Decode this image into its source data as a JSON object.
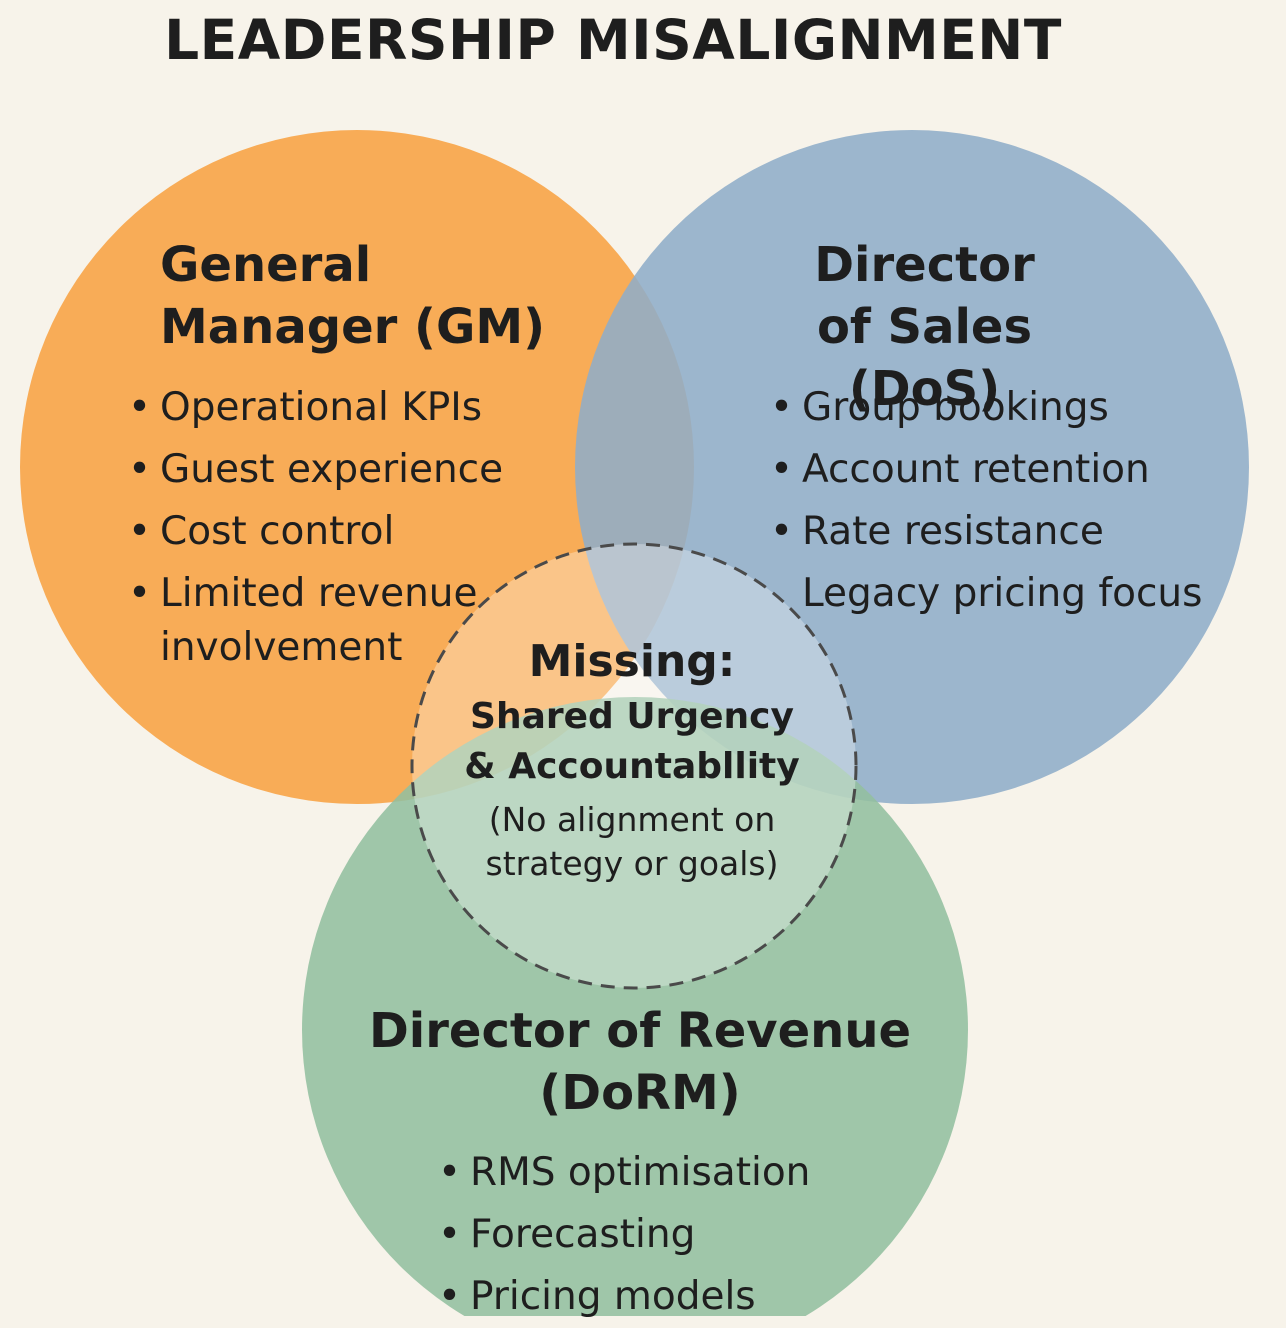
{
  "title": "LEADERSHIP MISALIGNMENT",
  "colors": {
    "background": "#f7f3ea",
    "gm": "#f8ac57",
    "dos": "#8fadc8",
    "dorm": "#93bf9f",
    "text": "#1e1e1e"
  },
  "gm": {
    "heading_line1": "General",
    "heading_line2": "Manager (GM)",
    "bullets": [
      "Operational KPIs",
      "Guest experience",
      "Cost control",
      "Limited revenue"
    ],
    "bullet4_continued": "involvement"
  },
  "dos": {
    "heading_line1": "Director",
    "heading_line2": "of Sales (DoS)",
    "bullets": [
      "Group bookings",
      "Account retention",
      "Rate resistance",
      "Legacy pricing focus"
    ]
  },
  "dorm": {
    "heading_line1": "Director of Revenue",
    "heading_line2": "(DoRM)",
    "bullets": [
      "RMS optimisation",
      "Forecasting",
      "Pricing models"
    ]
  },
  "center": {
    "line1": "Missing:",
    "line2": "Shared Urgency",
    "line3": "& Accountabllity",
    "line4": "(No alignment on",
    "line5": "strategy or goals)"
  }
}
